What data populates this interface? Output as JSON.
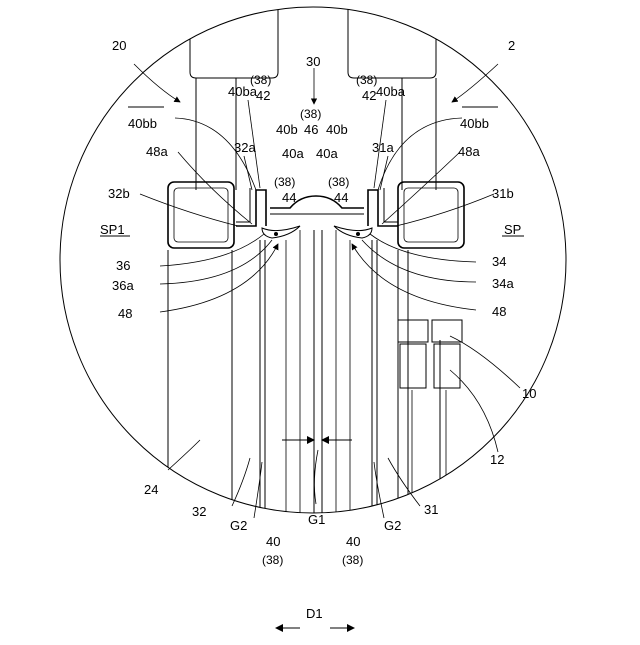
{
  "diagram": {
    "labels": {
      "l20": "20",
      "l2": "2",
      "l30": "30",
      "l38a": "(38)",
      "l38b": "(38)",
      "l38c": "(38)",
      "l38d": "(38)",
      "l38e": "(38)",
      "l42a": "42",
      "l42b": "42",
      "l40ba_l": "40ba",
      "l40ba_r": "40ba",
      "l40bb_l": "40bb",
      "l40bb_r": "40bb",
      "l46": "46",
      "l40b_l": "40b",
      "l40b_r": "40b",
      "l40a_l": "40a",
      "l40a_r": "40a",
      "l32a": "32a",
      "l31a": "31a",
      "l48a_l": "48a",
      "l48a_r": "48a",
      "l44a": "44",
      "l44b": "44",
      "l32b": "32b",
      "l31b": "31b",
      "lSP1": "SP1",
      "lSP": "SP",
      "l36": "36",
      "l36a": "36a",
      "l34": "34",
      "l34a": "34a",
      "l48_l": "48",
      "l48_r": "48",
      "l10": "10",
      "l12": "12",
      "l24": "24",
      "l32": "32",
      "l31": "31",
      "lG2_l": "G2",
      "lG1": "G1",
      "lG2_r": "G2",
      "l40_l": "40",
      "l40_r": "40",
      "l38_bl": "(38)",
      "l38_br": "(38)",
      "lD1": "D1"
    }
  }
}
